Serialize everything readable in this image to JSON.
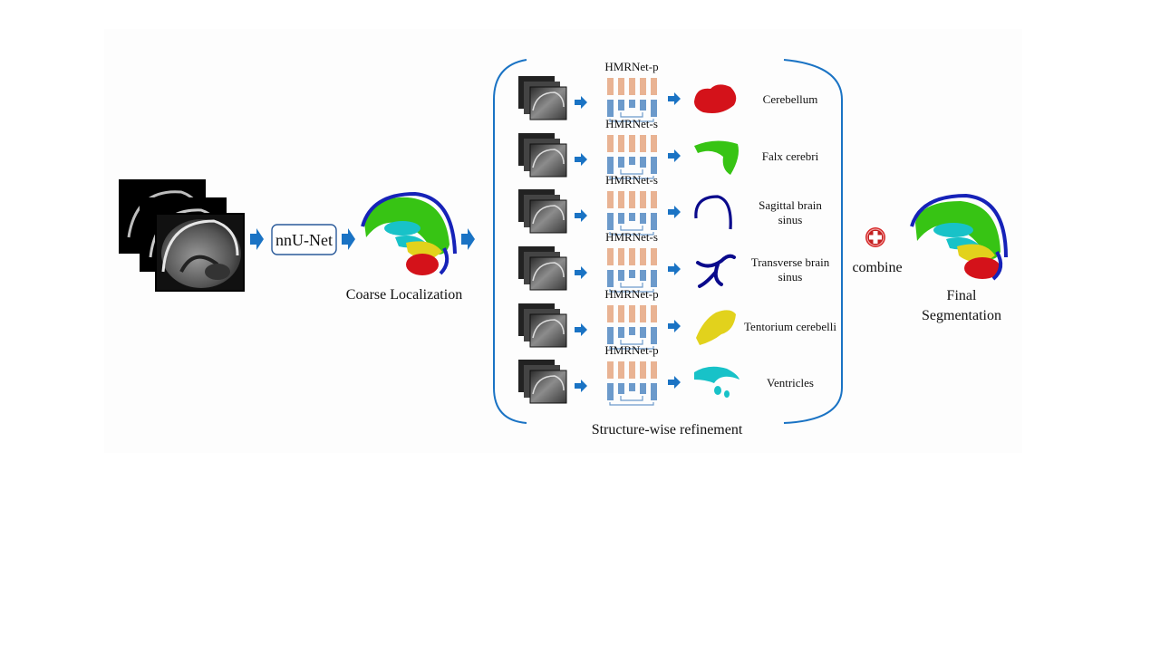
{
  "input": {
    "nnunet_label": "nnU-Net",
    "coarse_label": "Coarse Localization"
  },
  "refinement": {
    "caption": "Structure-wise refinement",
    "rows": [
      {
        "network": "HMRNet-p",
        "structure": [
          "Cerebellum"
        ],
        "color": "#d4121a"
      },
      {
        "network": "HMRNet-s",
        "structure": [
          "Falx cerebri"
        ],
        "color": "#37c414"
      },
      {
        "network": "HMRNet-s",
        "structure": [
          "Sagittal brain",
          "sinus"
        ],
        "color": "#0a0a8c"
      },
      {
        "network": "HMRNet-s",
        "structure": [
          "Transverse brain",
          "sinus"
        ],
        "color": "#0a0a8c"
      },
      {
        "network": "HMRNet-p",
        "structure": [
          "Tentorium cerebelli"
        ],
        "color": "#e2d21c"
      },
      {
        "network": "HMRNet-p",
        "structure": [
          "Ventricles"
        ],
        "color": "#18c2c8"
      }
    ]
  },
  "output": {
    "combine_label": "combine",
    "final_label_1": "Final",
    "final_label_2": "Segmentation"
  },
  "colors": {
    "arrow": "#1a73c4",
    "bracket": "#1a73c4",
    "encoder": "#e9b393",
    "decoder": "#6c9acb",
    "plus_red": "#d72a2a"
  }
}
